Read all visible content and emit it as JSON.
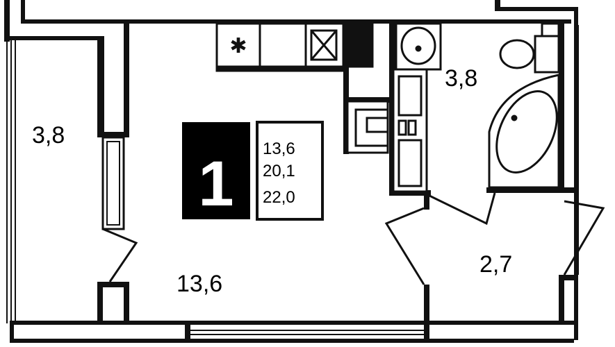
{
  "apartment": {
    "rooms_count": "1",
    "areas": [
      "13,6",
      "20,1",
      "22,0"
    ]
  },
  "rooms": {
    "balcony": "3,8",
    "living_room": "13,6",
    "bathroom": "3,8",
    "hallway": "2,7"
  },
  "colors": {
    "wall": "#111111",
    "badge_bg": "#000000",
    "badge_text": "#ffffff",
    "fixture_fill": "#ffffff"
  },
  "icons": {
    "stove": "stove-icon",
    "sink": "sink-icon",
    "toilet": "toilet-icon",
    "bathtub": "bathtub-icon",
    "washing_machine": "washing-machine-icon",
    "fridge": "fridge-icon"
  }
}
